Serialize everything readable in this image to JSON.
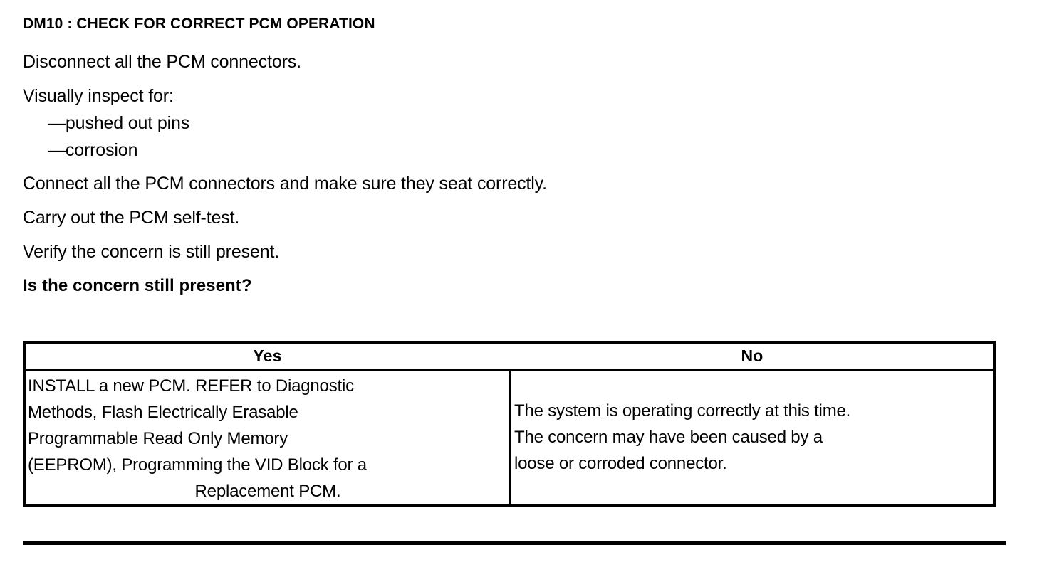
{
  "document": {
    "title": "DM10 : CHECK FOR CORRECT PCM OPERATION",
    "steps": [
      "Disconnect all the PCM connectors.",
      "Visually inspect for:",
      "Connect all the PCM connectors and make sure they seat correctly.",
      "Carry out the PCM self-test.",
      "Verify the concern is still present."
    ],
    "sub_items": [
      "—pushed out pins",
      "—corrosion"
    ],
    "question": "Is the concern still present?"
  },
  "decision_table": {
    "headers": {
      "yes": "Yes",
      "no": "No"
    },
    "yes_cell": {
      "lines": [
        "INSTALL a new PCM. REFER to Diagnostic",
        "Methods, Flash Electrically Erasable",
        "Programmable Read Only Memory",
        "(EEPROM), Programming the VID Block for a",
        "Replacement PCM."
      ]
    },
    "no_cell": {
      "lines": [
        "The system is operating correctly at this time.",
        "The concern may have been caused by a",
        "loose or corroded connector."
      ]
    }
  },
  "style": {
    "ink": "#000000",
    "paper": "#ffffff"
  }
}
